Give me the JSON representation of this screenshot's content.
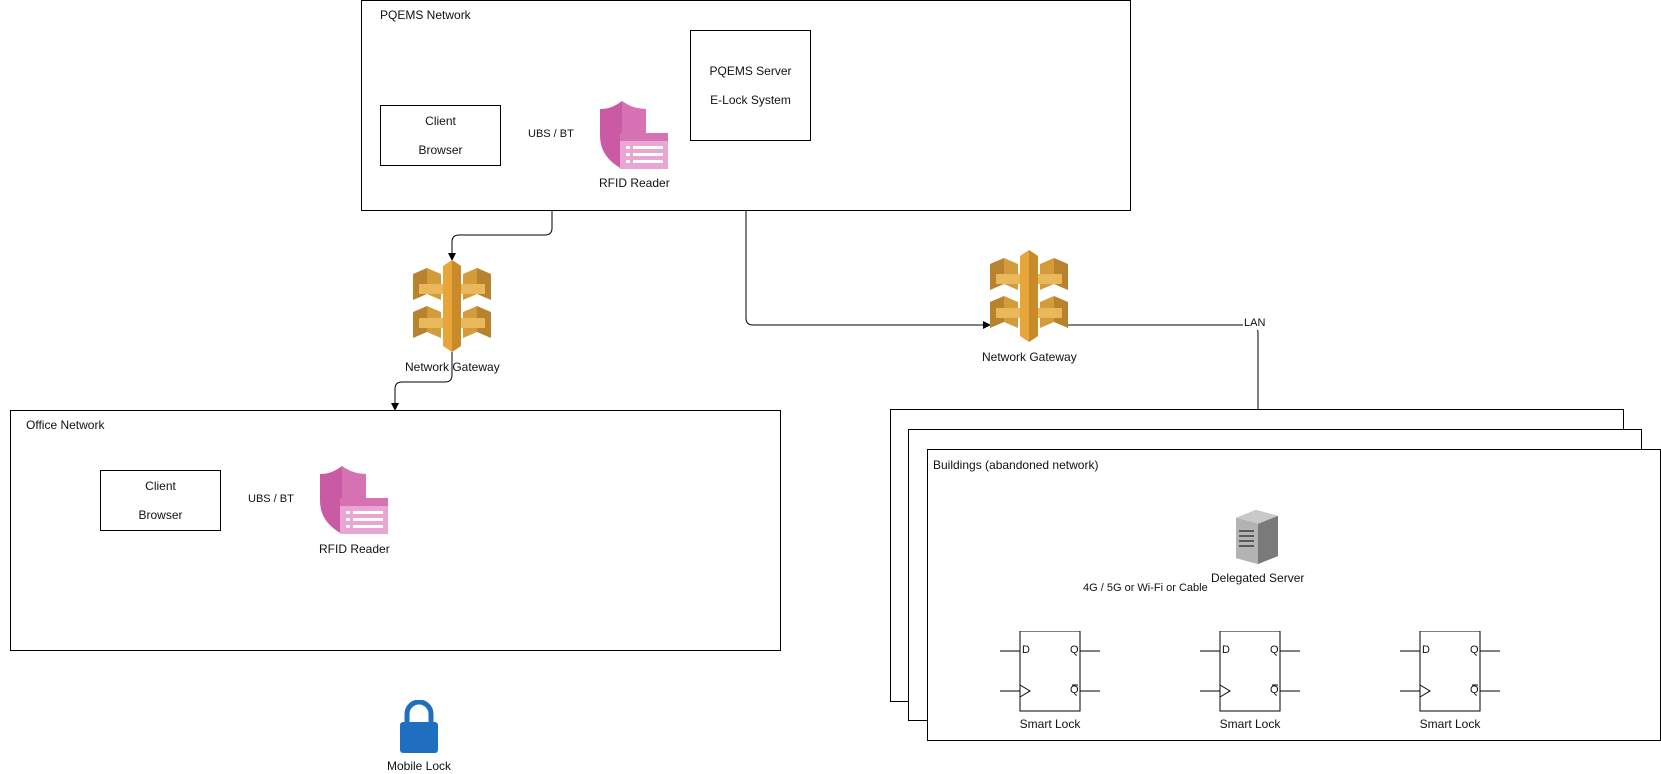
{
  "pqems": {
    "title": "PQEMS Network",
    "client": {
      "line1": "Client",
      "line2": "Browser"
    },
    "rfid_label": "RFID Reader",
    "server": {
      "line1": "PQEMS Server",
      "line2": "E-Lock System"
    },
    "link_label": "UBS / BT"
  },
  "gateway_left": {
    "label": "Network Gateway"
  },
  "gateway_right": {
    "label": "Network Gateway"
  },
  "lan_label": "LAN",
  "office": {
    "title": "Office Network",
    "client": {
      "line1": "Client",
      "line2": "Browser"
    },
    "rfid_label": "RFID Reader",
    "link_label": "UBS / BT"
  },
  "buildings": {
    "title": "Buildings (abandoned network)",
    "server_label": "Delegated Server",
    "link_label": "4G / 5G or Wi-Fi or Cable",
    "locks": [
      {
        "label": "Smart Lock",
        "pin_d": "D",
        "pin_q": "Q",
        "pin_qbar": "Q"
      },
      {
        "label": "Smart Lock",
        "pin_d": "D",
        "pin_q": "Q",
        "pin_qbar": "Q"
      },
      {
        "label": "Smart Lock",
        "pin_d": "D",
        "pin_q": "Q",
        "pin_qbar": "Q"
      }
    ]
  },
  "mobile_lock": {
    "label": "Mobile Lock"
  },
  "colors": {
    "gateway": "#D49B3A",
    "rfid": "#D672B4",
    "lock": "#1E6FBF",
    "server": "#8A8A8A"
  }
}
